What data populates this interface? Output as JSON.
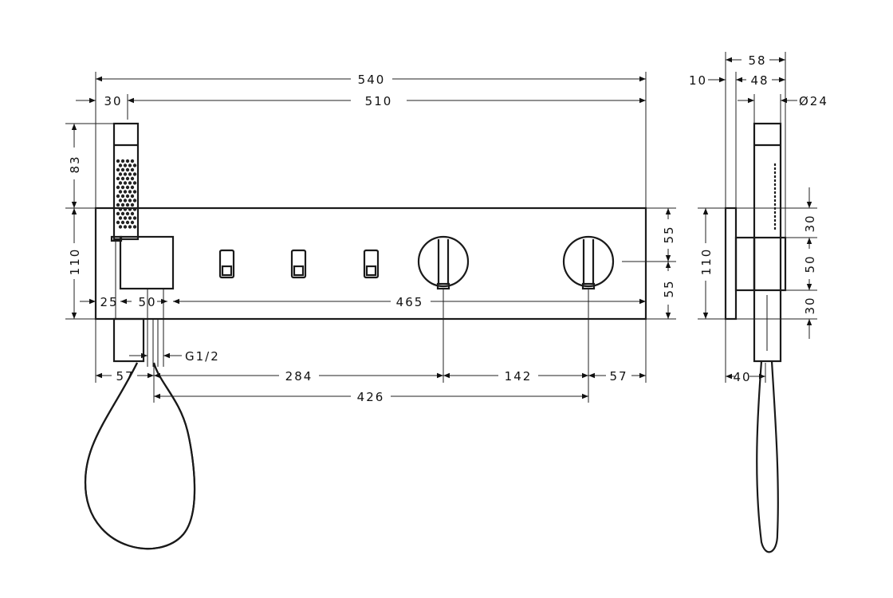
{
  "front_view": {
    "overall_width": "540",
    "handshower_offset": "30",
    "inner_width": "510",
    "handshower_height": "83",
    "panel_height": "110",
    "left_margin": "25",
    "holder_width": "50",
    "holder_to_edge": "465",
    "thread": "G1/2",
    "hose_outlet_offset": "57",
    "outlet_to_knob1": "284",
    "knob_spacing": "142",
    "knob_to_edge": "57",
    "outlet_to_knob2": "426",
    "upper_half": "55",
    "lower_half": "55"
  },
  "side_view": {
    "total_depth": "58",
    "plate_thickness": "10",
    "projection": "48",
    "handshower_diameter": "Ø24",
    "panel_height": "110",
    "top_gap": "30",
    "holder_height": "50",
    "bottom_gap": "30",
    "hose_offset": "40"
  }
}
